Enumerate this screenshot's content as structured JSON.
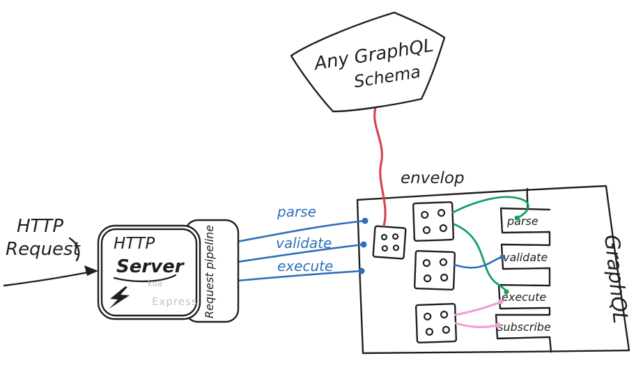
{
  "colors": {
    "ink": "#1f1f1f",
    "blue": "#2e6fba",
    "green": "#13a05f",
    "pink": "#f0a0d8",
    "red": "#d8434e",
    "gray": "#c4c4c4",
    "paper": "#ffffff"
  },
  "schema_cloud": {
    "line1": "Any GraphQL",
    "line2": "Schema"
  },
  "http_request": {
    "line1": "HTTP",
    "line2": "Request"
  },
  "server": {
    "line1": "HTTP",
    "line2": "Server",
    "koa_label": "koa",
    "express_label": "Express"
  },
  "pipeline": {
    "label": "Request pipeline"
  },
  "calls": {
    "parse": "parse",
    "validate": "validate",
    "execute": "execute"
  },
  "envelop": {
    "label": "envelop"
  },
  "hooks": [
    "parse",
    "validate",
    "execute",
    "subscribe"
  ],
  "graphql": {
    "label": "GraphQL"
  }
}
